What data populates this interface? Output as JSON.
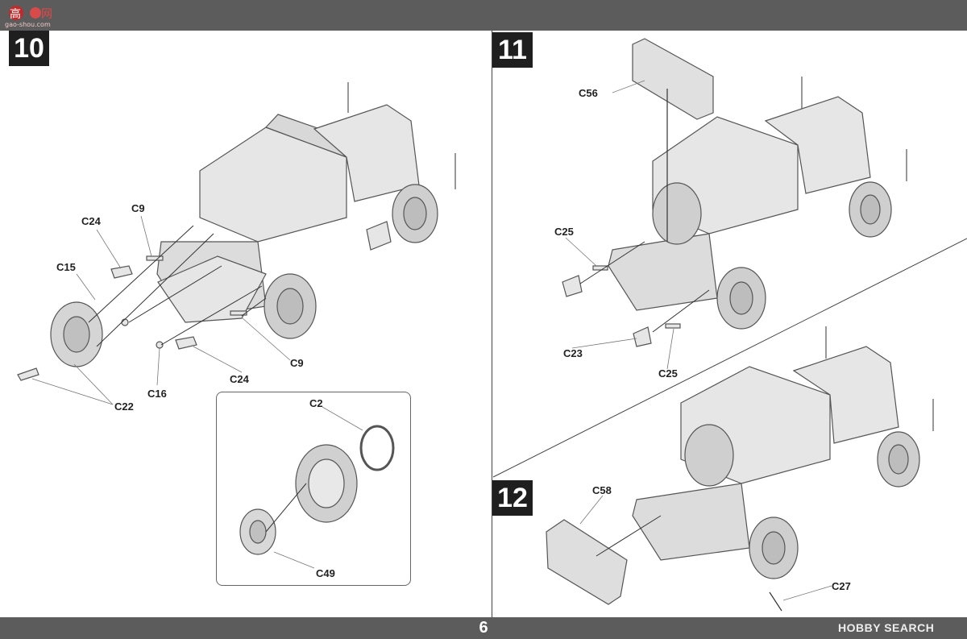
{
  "header": {
    "logo_text": "gao-shou.com",
    "logo_char_1": "高",
    "logo_char_2": "网"
  },
  "steps": [
    {
      "number": "10"
    },
    {
      "number": "11"
    },
    {
      "number": "12"
    }
  ],
  "step10_labels": {
    "c24_top": "C24",
    "c9_top": "C9",
    "c15": "C15",
    "c22": "C22",
    "c16": "C16",
    "c24_bottom": "C24",
    "c9_bottom": "C9"
  },
  "inset_labels": {
    "c2": "C2",
    "c49": "C49"
  },
  "step11_labels": {
    "c56": "C56",
    "c25_left": "C25",
    "c23": "C23",
    "c25_right": "C25"
  },
  "step12_labels": {
    "c58": "C58",
    "c27": "C27"
  },
  "footer": {
    "page_number": "6",
    "watermark": "HOBBY SEARCH"
  }
}
